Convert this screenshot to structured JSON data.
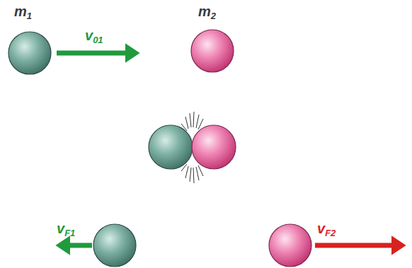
{
  "diagram": {
    "labels": [
      "m1",
      "v01",
      "m2",
      "vF1",
      "vF2"
    ]
  }
}
